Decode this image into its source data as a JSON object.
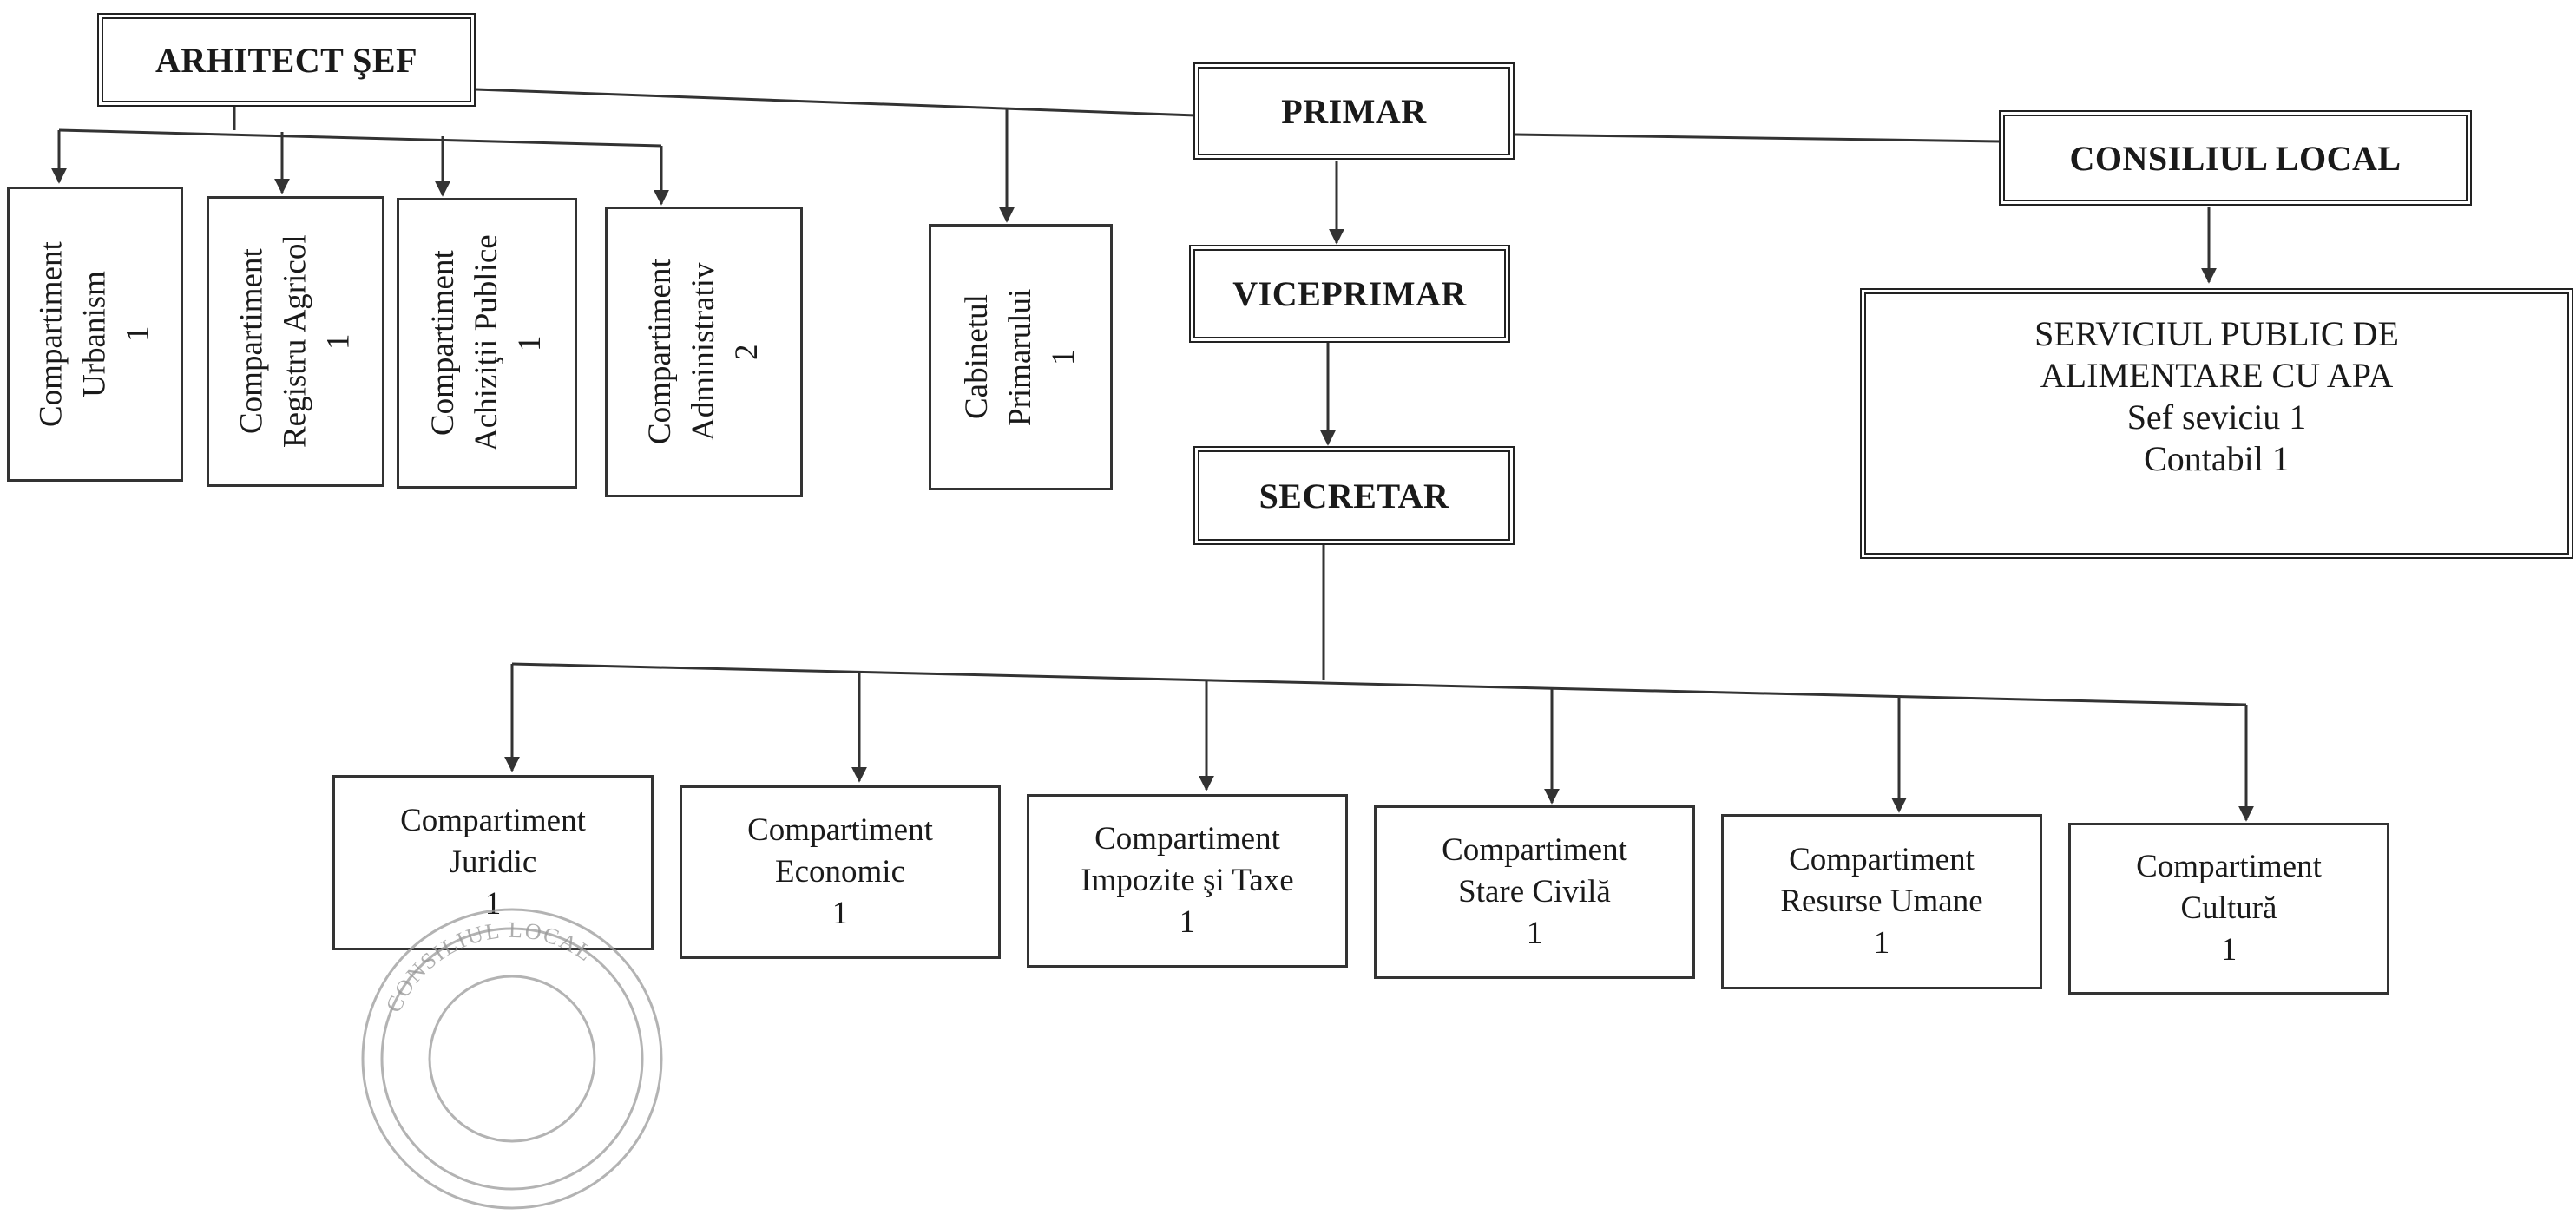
{
  "boxes": {
    "arhitect": "ARHITECT ŞEF",
    "primar": "PRIMAR",
    "consiliu": "CONSILIUL LOCAL",
    "viceprimar": "VICEPRIMAR",
    "secretar": "SECRETAR",
    "serviciu": {
      "line1": "SERVICIUL PUBLIC DE",
      "line2": "ALIMENTARE CU APA",
      "line3": "Sef seviciu 1",
      "line4": "Contabil 1"
    }
  },
  "left_compartments": [
    {
      "line1": "Compartiment",
      "line2": "Urbanism",
      "count": "1"
    },
    {
      "line1": "Compartiment",
      "line2": "Registru Agricol",
      "count": "1"
    },
    {
      "line1": "Compartiment",
      "line2": "Achiziţii Publice",
      "count": "1"
    },
    {
      "line1": "Compartiment",
      "line2": "Administrativ",
      "count": "2"
    }
  ],
  "cabinet": {
    "line1": "Cabinetul",
    "line2": "Primarului",
    "count": "1"
  },
  "bottom_compartments": [
    {
      "line1": "Compartiment",
      "line2": "Juridic",
      "count": "1"
    },
    {
      "line1": "Compartiment",
      "line2": "Economic",
      "count": "1"
    },
    {
      "line1": "Compartiment",
      "line2": "Impozite şi Taxe",
      "count": "1"
    },
    {
      "line1": "Compartiment",
      "line2": "Stare Civilă",
      "count": "1"
    },
    {
      "line1": "Compartiment",
      "line2": "Resurse Umane",
      "count": "1"
    },
    {
      "line1": "Compartiment",
      "line2": "Cultură",
      "count": "1"
    }
  ],
  "seal": {
    "text": "CONSILIUL LOCAL"
  },
  "colors": {
    "line": "#333333",
    "border": "#222222",
    "seal": "#9a9a9a"
  }
}
